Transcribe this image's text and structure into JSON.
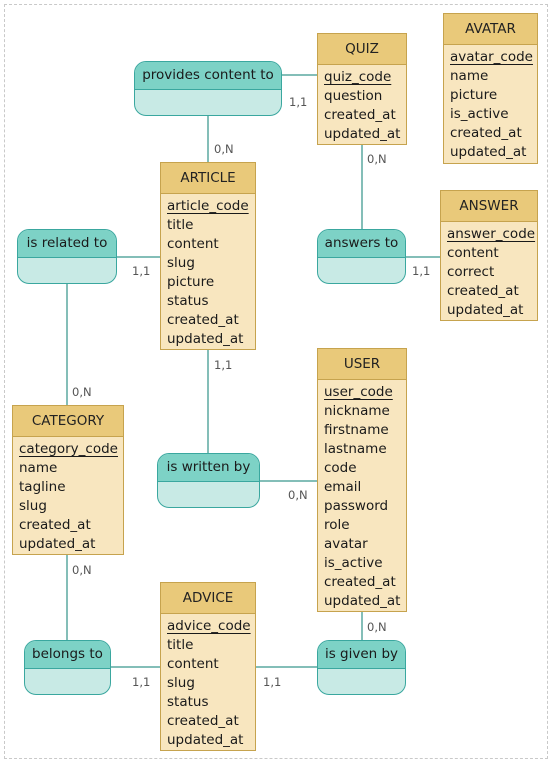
{
  "entities": {
    "avatar": {
      "title": "AVATAR",
      "attrs": [
        "avatar_code",
        "name",
        "picture",
        "is_active",
        "created_at",
        "updated_at"
      ]
    },
    "quiz": {
      "title": "QUIZ",
      "attrs": [
        "quiz_code",
        "question",
        "created_at",
        "updated_at"
      ]
    },
    "article": {
      "title": "ARTICLE",
      "attrs": [
        "article_code",
        "title",
        "content",
        "slug",
        "picture",
        "status",
        "created_at",
        "updated_at"
      ]
    },
    "answer": {
      "title": "ANSWER",
      "attrs": [
        "answer_code",
        "content",
        "correct",
        "created_at",
        "updated_at"
      ]
    },
    "user": {
      "title": "USER",
      "attrs": [
        "user_code",
        "nickname",
        "firstname",
        "lastname",
        "code",
        "email",
        "password",
        "role",
        "avatar",
        "is_active",
        "created_at",
        "updated_at"
      ]
    },
    "category": {
      "title": "CATEGORY",
      "attrs": [
        "category_code",
        "name",
        "tagline",
        "slug",
        "created_at",
        "updated_at"
      ]
    },
    "advice": {
      "title": "ADVICE",
      "attrs": [
        "advice_code",
        "title",
        "content",
        "slug",
        "status",
        "created_at",
        "updated_at"
      ]
    }
  },
  "associations": {
    "provides_content_to": "provides content to",
    "is_related_to": "is related to",
    "answers_to": "answers to",
    "is_written_by": "is written by",
    "belongs_to": "belongs to",
    "is_given_by": "is given by"
  },
  "cardinalities": {
    "quiz_provides": "1,1",
    "article_provides": "0,N",
    "quiz_answers": "0,N",
    "answer_answers": "1,1",
    "article_related": "1,1",
    "category_related": "0,N",
    "article_written": "1,1",
    "user_written": "0,N",
    "category_belongs": "0,N",
    "advice_belongs": "1,1",
    "user_given": "0,N",
    "advice_given": "1,1"
  },
  "colors": {
    "entity_header": "#e9c97a",
    "entity_body": "#f8e6bf",
    "entity_border": "#c6a34e",
    "assoc_top": "#7dd2c6",
    "assoc_bottom": "#c8eae5",
    "assoc_border": "#3aa79f",
    "link": "#5aa9a1"
  }
}
